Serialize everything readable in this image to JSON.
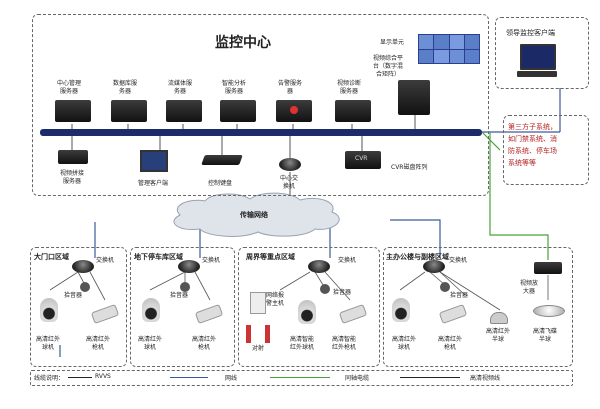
{
  "title": "监控中心",
  "display_unit": "显示单元",
  "video_platform": [
    "视频综合平",
    "台（数字混",
    "合矩阵）"
  ],
  "center_devices": [
    [
      "中心管理",
      "服务器"
    ],
    [
      "数据库服",
      "务器"
    ],
    [
      "流媒体服",
      "务器"
    ],
    [
      "智能分析",
      "服务器"
    ],
    [
      "告警服务",
      "器"
    ],
    [
      "视频诊断",
      "服务器"
    ]
  ],
  "splice_server": [
    "视频拼接",
    "服务器"
  ],
  "client": "管理客户端",
  "keyboard": "控制键盘",
  "core_switch": [
    "中心交",
    "换机"
  ],
  "cvr": "CVR",
  "cvr_label": "CVR磁盘阵列",
  "leader_client": "领导监控客户端",
  "third_party": [
    "第三方子系统，",
    "如门禁系统、消",
    "防系统、停车场",
    "系统等等"
  ],
  "transport": "传输网络",
  "zones": [
    {
      "name": "大门口区域",
      "switch": "交换机",
      "pickup": "拾音器",
      "cam1": [
        "高清红外",
        "球机"
      ],
      "cam2": [
        "高清红外",
        "枪机"
      ]
    },
    {
      "name": "地下停车库区域",
      "switch": "交换机",
      "pickup": "拾音器",
      "cam1": [
        "高清红外",
        "球机"
      ],
      "cam2": [
        "高清红外",
        "枪机"
      ]
    },
    {
      "name": "周界等重点区域",
      "switch": "交换机",
      "pickup": "拾音器",
      "alarm_host": [
        "网络报",
        "警主机"
      ],
      "beam": "对射",
      "cam1": [
        "高清智能",
        "红外球机"
      ],
      "cam2": [
        "高清智能",
        "红外枪机"
      ]
    },
    {
      "name": "主办公楼与副楼区域",
      "switch": "交换机",
      "pickup": "拾音器",
      "cam1": [
        "高清红外",
        "球机"
      ],
      "cam2": [
        "高清红外",
        "枪机"
      ],
      "cam3": [
        "高清红外",
        "半球"
      ]
    }
  ],
  "amplifier": [
    "视频放",
    "大器"
  ],
  "speed_dome": [
    "高清飞碟",
    "半球"
  ],
  "legend": {
    "title": "线缆说明：",
    "items": [
      "RVVS",
      "网线",
      "同轴电缆",
      "高清视频线"
    ],
    "colors": [
      "#222222",
      "#3a5a9a",
      "#4aa03a",
      "#222222"
    ]
  }
}
